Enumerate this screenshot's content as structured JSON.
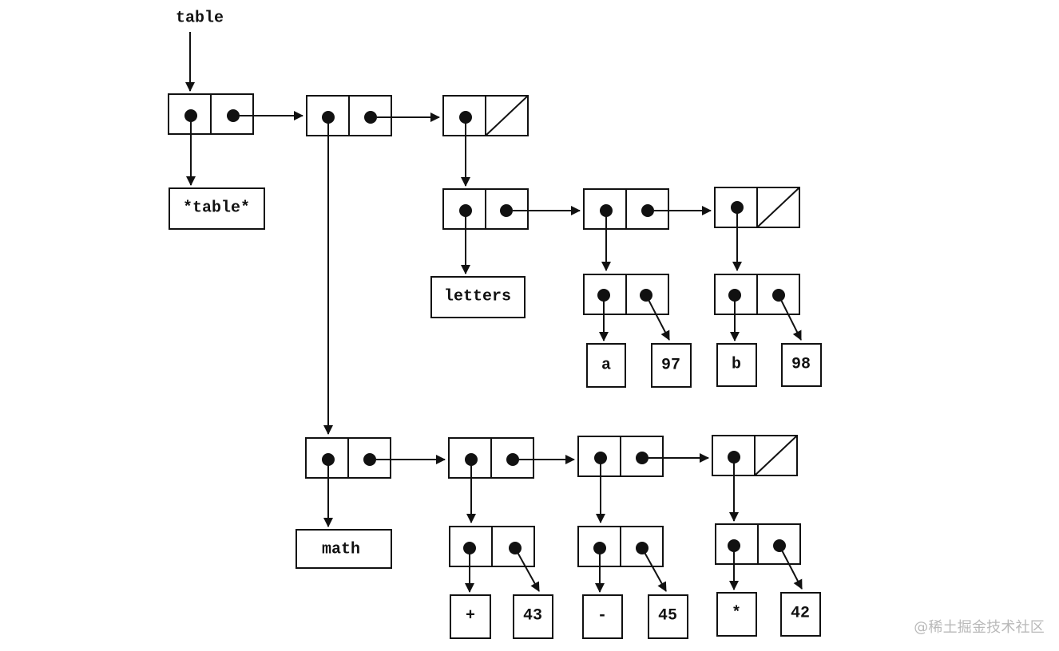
{
  "labels": {
    "table_var": "table",
    "table_name": "*table*",
    "letters": "letters",
    "math": "math",
    "a": "a",
    "97": "97",
    "b": "b",
    "98": "98",
    "plus": "+",
    "43": "43",
    "minus": "-",
    "45": "45",
    "star": "*",
    "42": "42"
  },
  "watermark": "@稀土掘金技术社区"
}
